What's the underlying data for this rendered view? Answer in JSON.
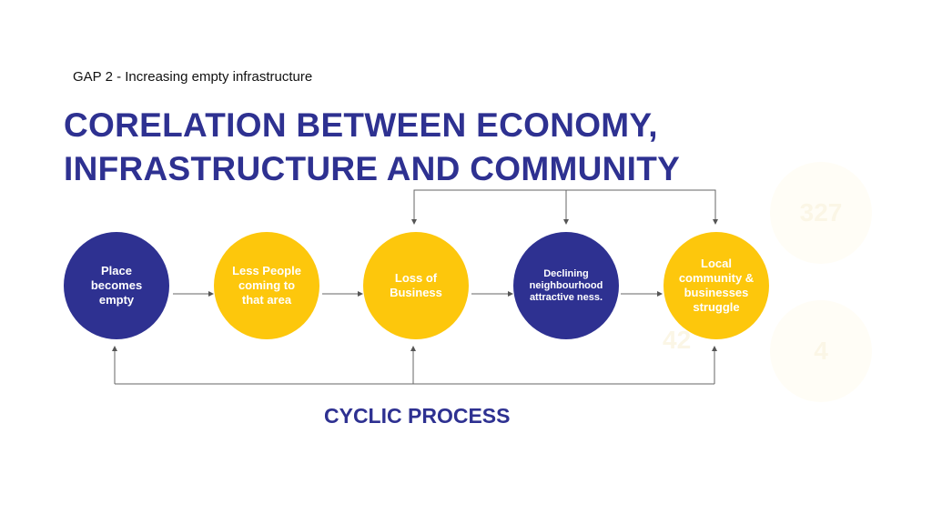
{
  "subtitle": "GAP 2 - Increasing empty infrastructure",
  "title": {
    "line1": "CORELATION BETWEEN ECONOMY,",
    "line2": "INFRASTRUCTURE AND COMMUNITY"
  },
  "steps": [
    {
      "label": "Place becomes empty",
      "color": "#2e3191"
    },
    {
      "label": "Less People coming to that area",
      "color": "#fdc70c"
    },
    {
      "label": "Loss of Business",
      "color": "#fdc70c"
    },
    {
      "label": "Declining neighbourhood attractive ness.",
      "color": "#2e3191"
    },
    {
      "label": "Local community & businesses struggle",
      "color": "#fdc70c"
    }
  ],
  "cycle_label": "CYCLIC PROCESS",
  "faint_numbers": [
    "327",
    "42",
    "4"
  ]
}
